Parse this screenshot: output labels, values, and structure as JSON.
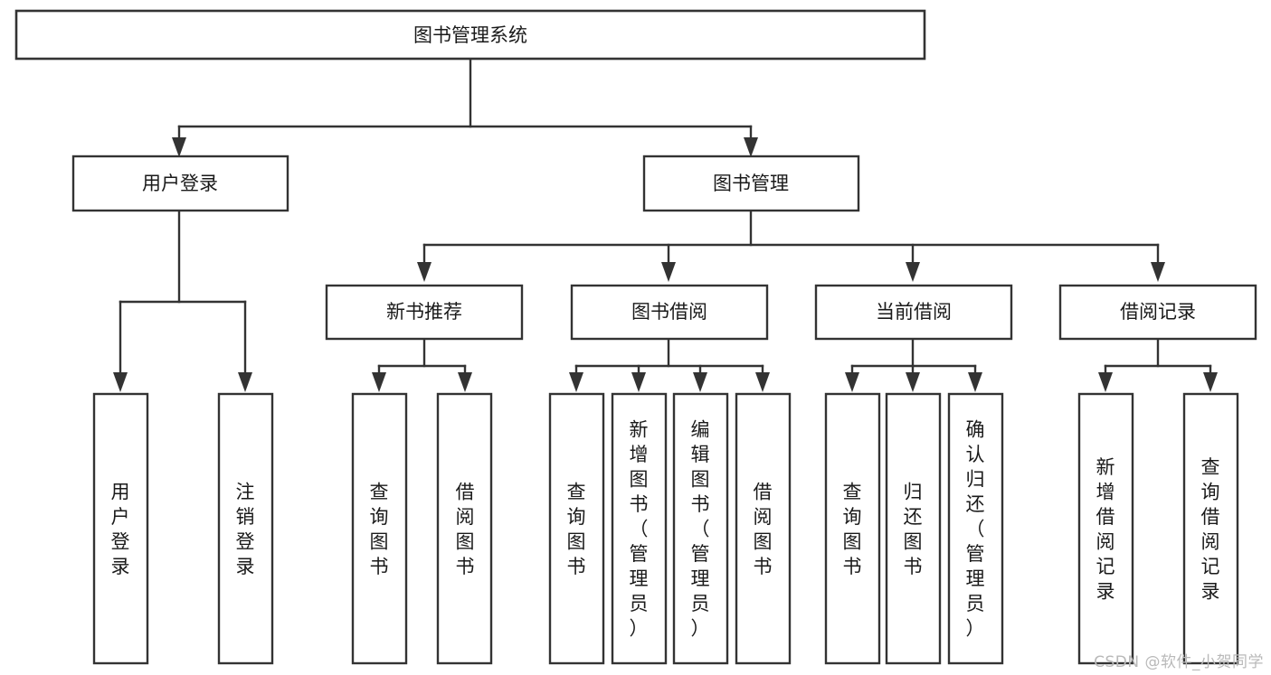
{
  "diagram": {
    "title": "图书管理系统",
    "type": "tree-hierarchy",
    "orientation": "top-down",
    "colors": {
      "box_fill": "#ffffff",
      "box_stroke": "#333333",
      "text": "#1a1a1a",
      "watermark": "#b9b9b9",
      "background": "#ffffff"
    },
    "root": {
      "label": "图书管理系统"
    },
    "level2": [
      {
        "label": "用户登录"
      },
      {
        "label": "图书管理"
      }
    ],
    "level3": [
      {
        "label": "新书推荐"
      },
      {
        "label": "图书借阅"
      },
      {
        "label": "当前借阅"
      },
      {
        "label": "借阅记录"
      }
    ],
    "leaves": {
      "user_login": [
        {
          "label": "用户登录"
        },
        {
          "label": "注销登录"
        }
      ],
      "new_book": [
        {
          "label": "查询图书"
        },
        {
          "label": "借阅图书"
        }
      ],
      "book_borrow": [
        {
          "label": "查询图书"
        },
        {
          "label": "新增图书（管理员）"
        },
        {
          "label": "编辑图书（管理员）"
        },
        {
          "label": "借阅图书"
        }
      ],
      "current_borrow": [
        {
          "label": "查询图书"
        },
        {
          "label": "归还图书"
        },
        {
          "label": "确认归还（管理员）"
        }
      ],
      "borrow_record": [
        {
          "label": "新增借阅记录"
        },
        {
          "label": "查询借阅记录"
        }
      ]
    },
    "watermark": "CSDN @软件_小贺同学"
  }
}
